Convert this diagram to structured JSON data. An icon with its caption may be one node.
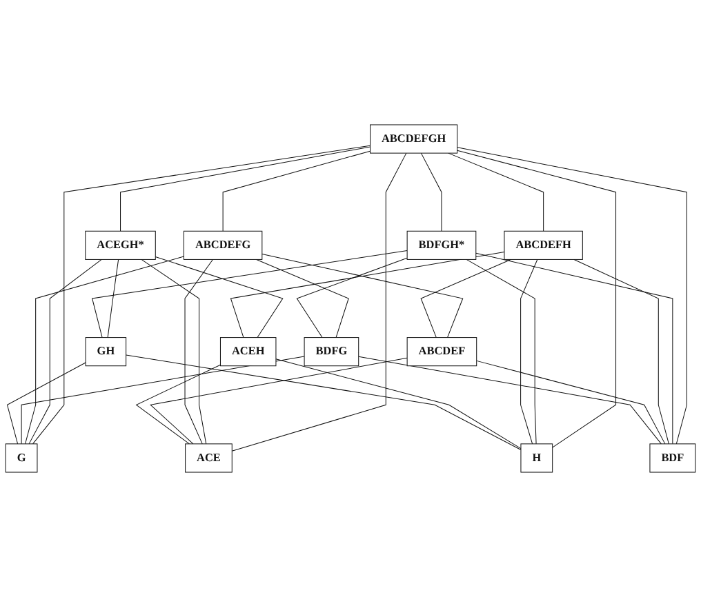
{
  "diagram": {
    "nodes": [
      {
        "text": [
          "ABCDEFGH"
        ]
      },
      {
        "text": [
          "ACEGH*"
        ]
      },
      {
        "text": [
          "ABCDEFG"
        ]
      },
      {
        "text": [
          "BDFGH*"
        ]
      },
      {
        "text": [
          "ABCDEFH"
        ]
      },
      {
        "text": [
          "ABCDEF"
        ]
      },
      {
        "text": [
          "BDFG"
        ]
      },
      {
        "text": [
          "ACEH"
        ]
      },
      {
        "text": [
          "GH"
        ]
      },
      {
        "text": [
          "ACE"
        ]
      },
      {
        "text": [
          "BDF"
        ]
      },
      {
        "text": [
          "G"
        ]
      },
      {
        "text": [
          "H"
        ]
      }
    ],
    "edges": [
      {
        "from": 0,
        "to": 1,
        "arrow": "none"
      },
      {
        "from": 0,
        "to": 2,
        "arrow": "none"
      },
      {
        "from": 0,
        "to": 3,
        "arrow": "none"
      },
      {
        "from": 0,
        "to": 4,
        "arrow": "none"
      },
      {
        "from": 0,
        "to": 9,
        "arrow": "none"
      },
      {
        "from": 0,
        "to": 10,
        "arrow": "none"
      },
      {
        "from": 0,
        "to": 11,
        "arrow": "none"
      },
      {
        "from": 0,
        "to": 12,
        "arrow": "none"
      },
      {
        "from": 1,
        "to": 9,
        "arrow": "none"
      },
      {
        "from": 1,
        "to": 7,
        "arrow": "none"
      },
      {
        "from": 1,
        "to": 8,
        "arrow": "none"
      },
      {
        "from": 1,
        "to": 11,
        "arrow": "none"
      },
      {
        "from": 2,
        "to": 5,
        "arrow": "none"
      },
      {
        "from": 2,
        "to": 6,
        "arrow": "none"
      },
      {
        "from": 2,
        "to": 9,
        "arrow": "none"
      },
      {
        "from": 2,
        "to": 11,
        "arrow": "none"
      },
      {
        "from": 3,
        "to": 6,
        "arrow": "none"
      },
      {
        "from": 3,
        "to": 8,
        "arrow": "none"
      },
      {
        "from": 3,
        "to": 10,
        "arrow": "none"
      },
      {
        "from": 3,
        "to": 12,
        "arrow": "none"
      },
      {
        "from": 4,
        "to": 5,
        "arrow": "none"
      },
      {
        "from": 4,
        "to": 7,
        "arrow": "none"
      },
      {
        "from": 4,
        "to": 10,
        "arrow": "none"
      },
      {
        "from": 4,
        "to": 12,
        "arrow": "none"
      },
      {
        "from": 5,
        "to": 9,
        "arrow": "none"
      },
      {
        "from": 5,
        "to": 10,
        "arrow": "none"
      },
      {
        "from": 6,
        "to": 10,
        "arrow": "none"
      },
      {
        "from": 6,
        "to": 11,
        "arrow": "none"
      },
      {
        "from": 7,
        "to": 9,
        "arrow": "none"
      },
      {
        "from": 7,
        "to": 12,
        "arrow": "none"
      },
      {
        "from": 8,
        "to": 11,
        "arrow": "none"
      },
      {
        "from": 8,
        "to": 12,
        "arrow": "none"
      }
    ]
  }
}
